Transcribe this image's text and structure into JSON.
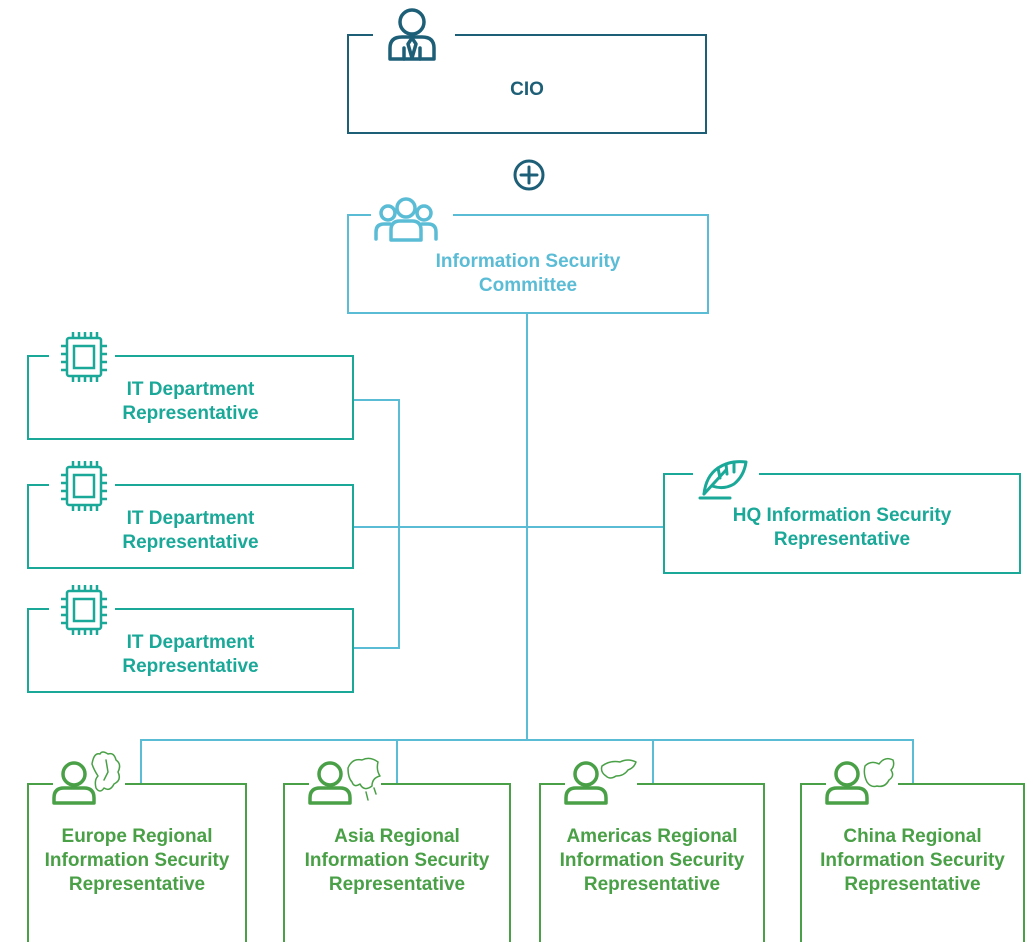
{
  "colors": {
    "cio": "#1e5f78",
    "committee": "#5bbcd6",
    "it": "#1aa898",
    "hq": "#1aa898",
    "regional": "#49a046",
    "connector": "#5bbcd6"
  },
  "cio": {
    "label": "CIO",
    "icon": "executive-person-icon"
  },
  "connector_icon": "plus-circle-icon",
  "committee": {
    "label": "Information Security Committee",
    "icon": "group-people-icon"
  },
  "it_department": [
    {
      "label": "IT Department Representative",
      "icon": "cpu-chip-icon"
    },
    {
      "label": "IT Department Representative",
      "icon": "cpu-chip-icon"
    },
    {
      "label": "IT Department Representative",
      "icon": "cpu-chip-icon"
    }
  ],
  "hq": {
    "label": "HQ Information Security Representative",
    "icon": "feather-icon"
  },
  "regional": [
    {
      "label": "Europe Regional Information Security Representative",
      "icon": "person-europe-map-icon"
    },
    {
      "label": "Asia Regional Information Security Representative",
      "icon": "person-asia-map-icon"
    },
    {
      "label": "Americas Regional Information Security Representative",
      "icon": "person-americas-map-icon"
    },
    {
      "label": "China Regional Information Security Representative",
      "icon": "person-china-map-icon"
    }
  ]
}
